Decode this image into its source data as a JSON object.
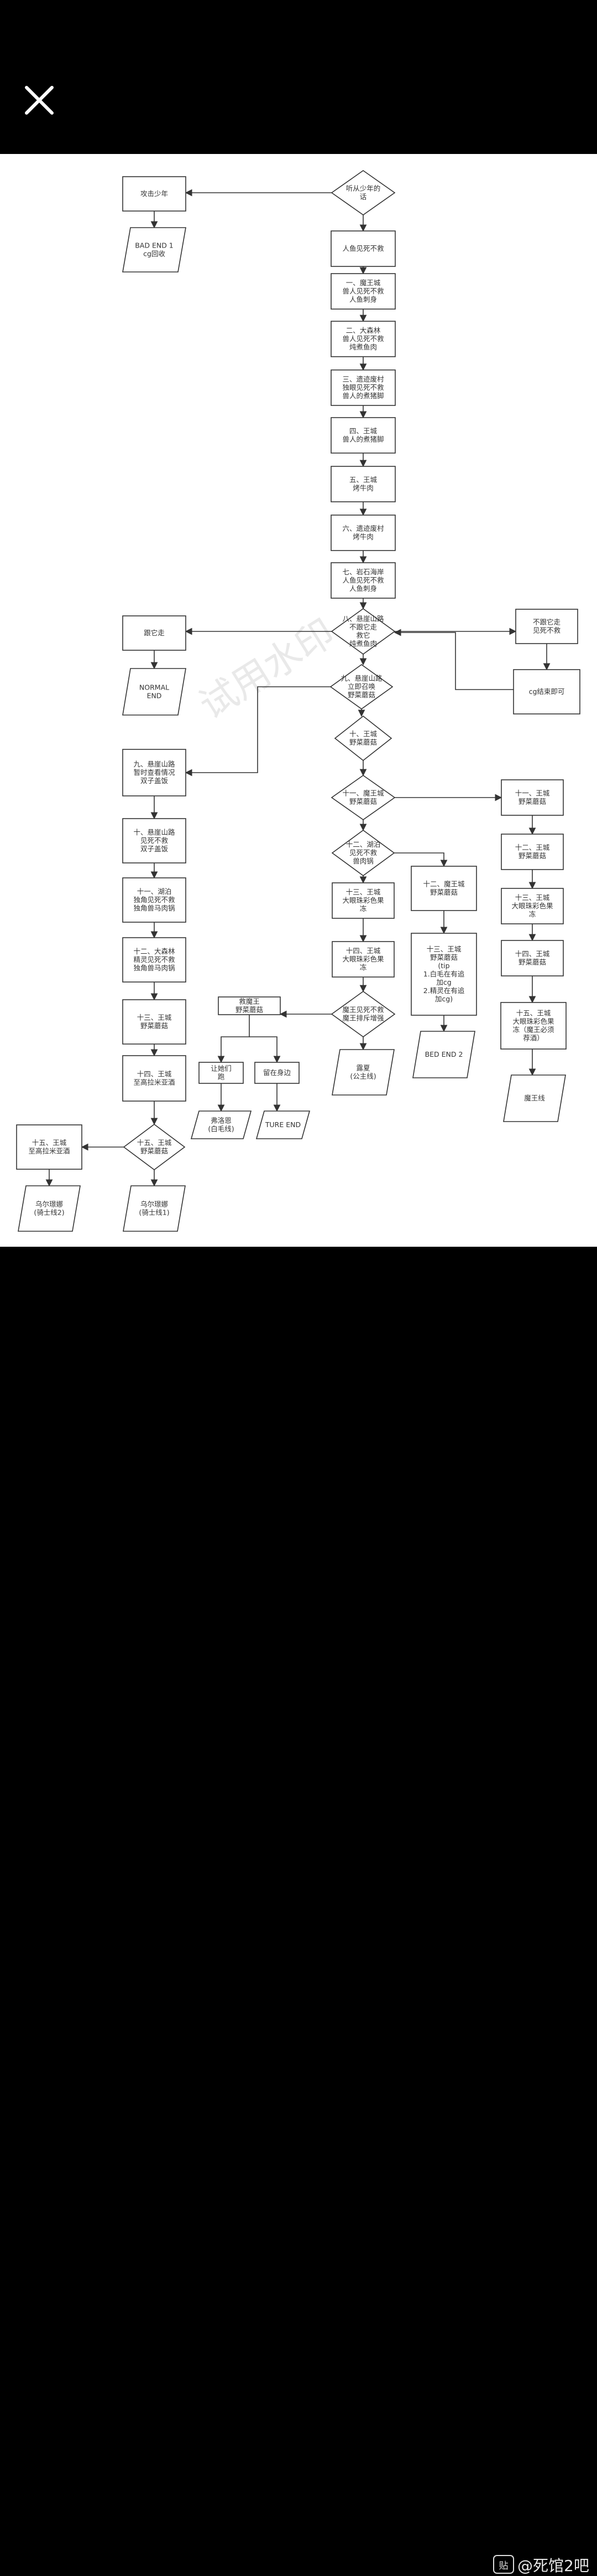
{
  "header": {
    "close_icon": "close-icon"
  },
  "watermark": {
    "trial": "试用水印"
  },
  "footer": {
    "site_badge": "贴",
    "source": "@死馆2吧"
  },
  "flowchart": {
    "nodes": {
      "n_listen": [
        "听从少年的",
        "话"
      ],
      "n_attack": [
        "攻击少年"
      ],
      "n_bad1": [
        "BAD END 1",
        "cg回收"
      ],
      "n_mermaid": [
        "人鱼见死不救"
      ],
      "n_c1": [
        "一、魔王城",
        "兽人见死不救",
        "人鱼刺身"
      ],
      "n_c2": [
        "二、大森林",
        "兽人见死不救",
        "炖煮鱼肉"
      ],
      "n_c3": [
        "三、遗迹废村",
        "独眼见死不救",
        "兽人的煮猪脚"
      ],
      "n_c4": [
        "四、王城",
        "兽人的煮猪脚"
      ],
      "n_c5": [
        "五、王城",
        "烤牛肉"
      ],
      "n_c6": [
        "六、遗迹废村",
        "烤牛肉"
      ],
      "n_c7": [
        "七、岩石海岸",
        "人鱼见死不救",
        "人鱼刺身"
      ],
      "n_c8": [
        "八、悬崖山路",
        "不跟它走",
        "救它",
        "炖煮鱼肉"
      ],
      "n_follow": [
        "跟它走"
      ],
      "n_normal": [
        "NORMAL",
        "END"
      ],
      "n_nofollow": [
        "不跟它走",
        "见死不救"
      ],
      "n_cgend": [
        "cg结束即可"
      ],
      "n_c9": [
        "九、悬崖山路",
        "立即召唤",
        "野菜蘑菇"
      ],
      "n_c10": [
        "十、王城",
        "野菜蘑菇"
      ],
      "n_l9": [
        "九、悬崖山路",
        "暂时查看情况",
        "双子盖饭"
      ],
      "n_l10": [
        "十、悬崖山路",
        "见死不救",
        "双子盖饭"
      ],
      "n_l11": [
        "十一、湖泊",
        "独角见死不救",
        "独角兽马肉锅"
      ],
      "n_l12": [
        "十二、大森林",
        "精灵见死不救",
        "独角兽马肉锅"
      ],
      "n_l13": [
        "十三、王城",
        "野菜蘑菇"
      ],
      "n_l14": [
        "十四、王城",
        "至高拉米亚酒"
      ],
      "n_l15d": [
        "十五、王城",
        "野菜蘑菇"
      ],
      "n_l15b": [
        "十五、王城",
        "至高拉米亚酒"
      ],
      "n_knight2": [
        "乌尔璟娜",
        "(骑士线2)"
      ],
      "n_knight1": [
        "乌尔璟娜",
        "(骑士线1)"
      ],
      "n_c11": [
        "十一、魔王城",
        "野菜蘑菇"
      ],
      "n_r11": [
        "十一、王城",
        "野菜蘑菇"
      ],
      "n_r12": [
        "十二、王城",
        "野菜蘑菇"
      ],
      "n_r13": [
        "十三、王城",
        "大眼珠彩色果",
        "冻"
      ],
      "n_r14": [
        "十四、王城",
        "野菜蘑菇"
      ],
      "n_r15": [
        "十五、王城",
        "大眼珠彩色果",
        "冻（魔王必须",
        "荐酒）"
      ],
      "n_demon": [
        "魔王线"
      ],
      "n_c12": [
        "十二、湖泊",
        "见死不救",
        "兽肉锅"
      ],
      "n_m13": [
        "十三、王城",
        "大眼珠彩色果",
        "冻"
      ],
      "n_m14": [
        "十四、王城",
        "大眼珠彩色果",
        "冻"
      ],
      "n_mdec": [
        "魔王见死不救",
        "魔王排斥增强"
      ],
      "n_princess": [
        "露夏",
        "(公主线)"
      ],
      "n_save": [
        "救魔王",
        "野菜蘑菇"
      ],
      "n_letgo": [
        "让她们",
        "跑"
      ],
      "n_keep": [
        "留在身边"
      ],
      "n_white": [
        "弗洛恩",
        "(白毛线)"
      ],
      "n_true": [
        "TURE END"
      ],
      "n_b12": [
        "十二、魔王城",
        "野菜蘑菇"
      ],
      "n_b13": [
        "十三、王城",
        "野菜蘑菇",
        "(tip",
        "1.白毛在有追",
        "加cg",
        "2.精灵在有追",
        "加cg)"
      ],
      "n_bed2": [
        "BED END 2"
      ]
    }
  }
}
